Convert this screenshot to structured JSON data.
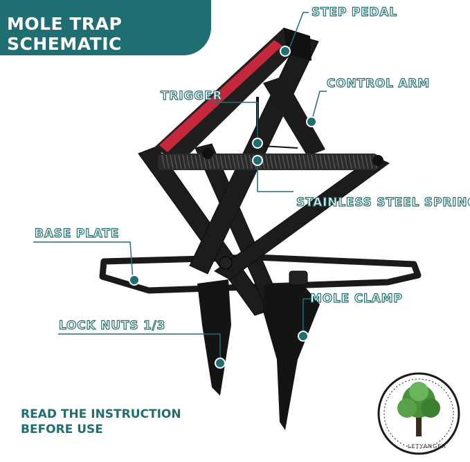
{
  "title": "MOLE TRAP SCHEMATIC",
  "callouts": {
    "step_pedal": "STEP PEDAL",
    "trigger": "TRIGGER",
    "control_arm": "CONTROL ARM",
    "springs": "STAINLESS STEEL SPRINGS",
    "base_plate": "BASE PLATE",
    "mole_clamp": "MOLE CLAMP",
    "lock_nuts": "LOCK NUTS 1/3"
  },
  "footer": {
    "line1": "READ THE INSTRUCTION",
    "line2": "BEFORE USE"
  },
  "logo": {
    "name": "LETYANGER",
    "icon": "tree-icon"
  },
  "colors": {
    "accent": "#1f6f72",
    "metal": "#1a1a1a",
    "pedal_red": "#c4283a"
  }
}
